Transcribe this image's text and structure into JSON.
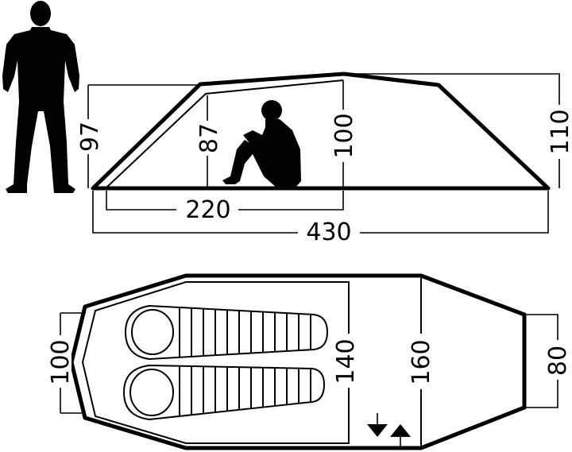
{
  "side_view": {
    "height_left": "97",
    "height_inner": "87",
    "height_peak_inner": "100",
    "height_right": "110",
    "length_inner": "220",
    "length_total": "430"
  },
  "floor_plan": {
    "width_front": "100",
    "width_inner": "140",
    "width_vestibule": "160",
    "width_rear": "80"
  },
  "colors": {
    "ink": "#000000",
    "background": "#ffffff"
  },
  "icons": [
    "standing-person-icon",
    "sitting-person-icon",
    "sleeping-bag-icon",
    "entrance-arrows-icon"
  ]
}
